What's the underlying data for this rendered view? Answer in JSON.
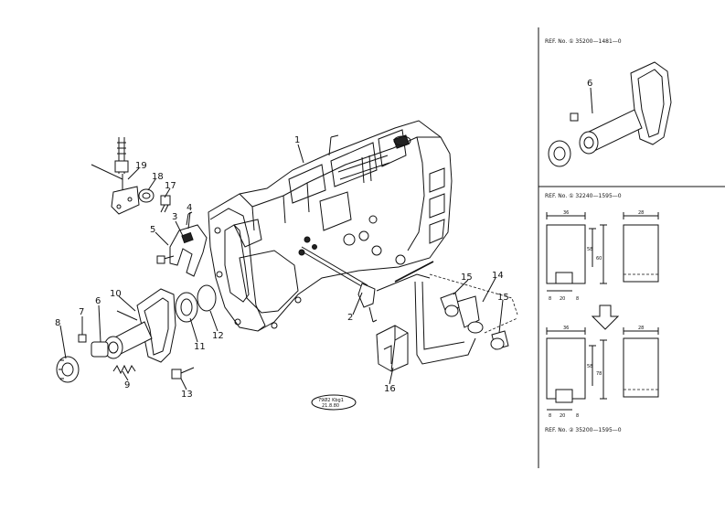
{
  "callouts": {
    "c1": "1",
    "c2": "2",
    "c3": "3",
    "c4": "4",
    "c5": "5",
    "c6": "6",
    "c7": "7",
    "c8": "8",
    "c9": "9",
    "c10": "10",
    "c11": "11",
    "c12": "12",
    "c13": "13",
    "c14": "14",
    "c15a": "15",
    "c15b": "15",
    "c16": "16",
    "c17": "17",
    "c18": "18",
    "c19": "19"
  },
  "stamp": {
    "line1": "79Ø2 Kbg1",
    "line2": "21.8.80"
  },
  "panel": {
    "ref1": "REF. No. ① 35200—1481—0",
    "ref1_part": "6",
    "ref2": "REF. No. ① 32240—1595—0",
    "ref3": "REF. No. ② 35200—1595—0",
    "dim_top_a": "36",
    "dim_top_b": "28",
    "dim_side_a": "58",
    "dim_side_b": "60",
    "dim_bot_a": "8",
    "dim_bot_b": "20",
    "dim_bot_c": "8",
    "dim2_top_a": "36",
    "dim2_top_b": "28",
    "dim2_side_a": "58",
    "dim2_side_b": "78",
    "dim2_bot_a": "8",
    "dim2_bot_b": "20",
    "dim2_bot_c": "8"
  }
}
